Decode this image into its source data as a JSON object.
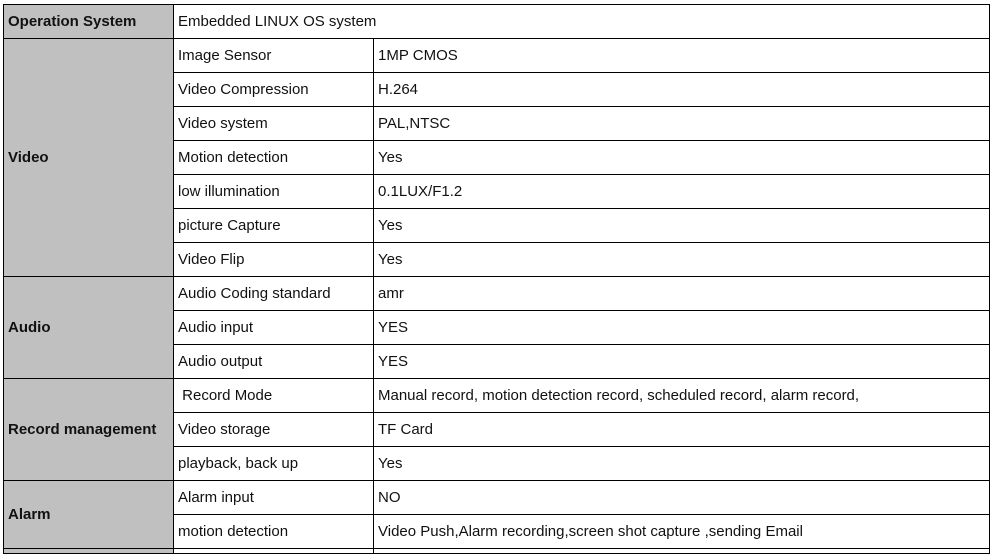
{
  "operation_system": {
    "label": "Operation System",
    "value": "Embedded LINUX OS system"
  },
  "video": {
    "label": "Video",
    "rows": [
      {
        "property": "Image Sensor",
        "value": "1MP CMOS"
      },
      {
        "property": "Video Compression",
        "value": "H.264"
      },
      {
        "property": "Video system",
        "value": "PAL,NTSC"
      },
      {
        "property": "Motion detection",
        "value": "Yes"
      },
      {
        "property": "low illumination",
        "value": "0.1LUX/F1.2"
      },
      {
        "property": "picture Capture",
        "value": "Yes"
      },
      {
        "property": "Video Flip",
        "value": "Yes"
      }
    ]
  },
  "audio": {
    "label": "Audio",
    "rows": [
      {
        "property": "Audio Coding standard",
        "value": "amr"
      },
      {
        "property": "Audio input",
        "value": "YES"
      },
      {
        "property": "Audio output",
        "value": "YES"
      }
    ]
  },
  "record": {
    "label": "Record management",
    "rows": [
      {
        "property": " Record Mode",
        "value": "Manual record, motion detection record, scheduled record, alarm record,"
      },
      {
        "property": "Video storage",
        "value": "TF Card"
      },
      {
        "property": "playback, back up",
        "value": "Yes"
      }
    ]
  },
  "alarm": {
    "label": "Alarm",
    "rows": [
      {
        "property": "Alarm input",
        "value": "NO"
      },
      {
        "property": "motion detection",
        "value": "Video Push,Alarm recording,screen shot capture ,sending Email"
      }
    ]
  }
}
